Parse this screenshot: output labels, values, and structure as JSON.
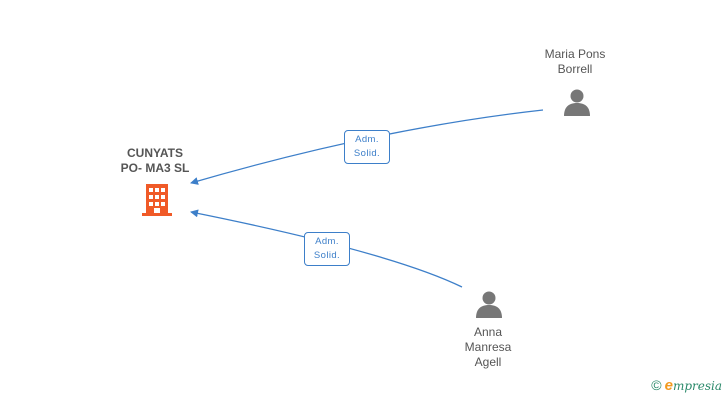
{
  "company": {
    "name_lines": [
      "CUNYATS",
      "PO- MA3 SL"
    ],
    "icon": "building-icon",
    "color": "#f05a28"
  },
  "people": [
    {
      "name_lines": [
        "Maria Pons",
        "Borrell"
      ],
      "icon": "person-icon"
    },
    {
      "name_lines": [
        "Anna",
        "Manresa",
        "Agell"
      ],
      "icon": "person-icon"
    }
  ],
  "relations": [
    {
      "label_lines": [
        "Adm.",
        "Solid."
      ],
      "from": "Maria Pons Borrell",
      "to": "CUNYATS PO- MA3 SL"
    },
    {
      "label_lines": [
        "Adm.",
        "Solid."
      ],
      "from": "Anna Manresa Agell",
      "to": "CUNYATS PO- MA3 SL"
    }
  ],
  "edge_color": "#3d7fc9",
  "watermark": {
    "symbol": "©",
    "brand_initial": "e",
    "brand_rest": "mpresia"
  }
}
